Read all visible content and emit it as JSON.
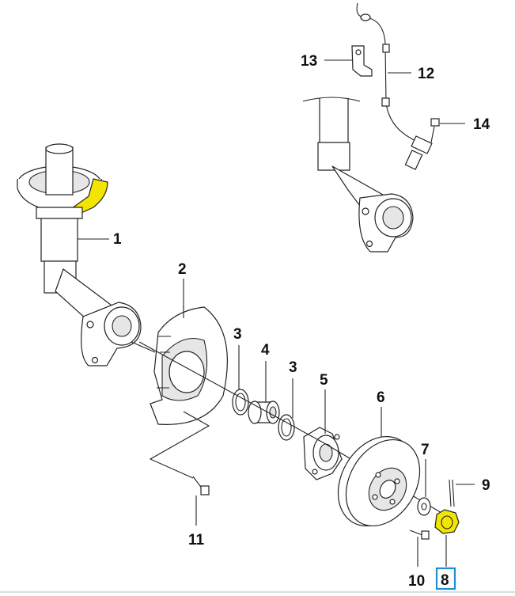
{
  "colors": {
    "highlight_fill": "#f2e600",
    "selected_box": "#1e8fd6",
    "line": "#222222"
  },
  "parts": [
    {
      "id": "1",
      "label": "1"
    },
    {
      "id": "2",
      "label": "2"
    },
    {
      "id": "3a",
      "label": "3"
    },
    {
      "id": "4",
      "label": "4"
    },
    {
      "id": "3b",
      "label": "3"
    },
    {
      "id": "5",
      "label": "5"
    },
    {
      "id": "6",
      "label": "6"
    },
    {
      "id": "7",
      "label": "7"
    },
    {
      "id": "8",
      "label": "8",
      "selected": true
    },
    {
      "id": "9",
      "label": "9"
    },
    {
      "id": "10",
      "label": "10"
    },
    {
      "id": "11",
      "label": "11"
    },
    {
      "id": "12",
      "label": "12"
    },
    {
      "id": "13",
      "label": "13"
    },
    {
      "id": "14",
      "label": "14"
    }
  ],
  "highlighted_parts": [
    "strut-mount-plate",
    "hub-nut"
  ]
}
